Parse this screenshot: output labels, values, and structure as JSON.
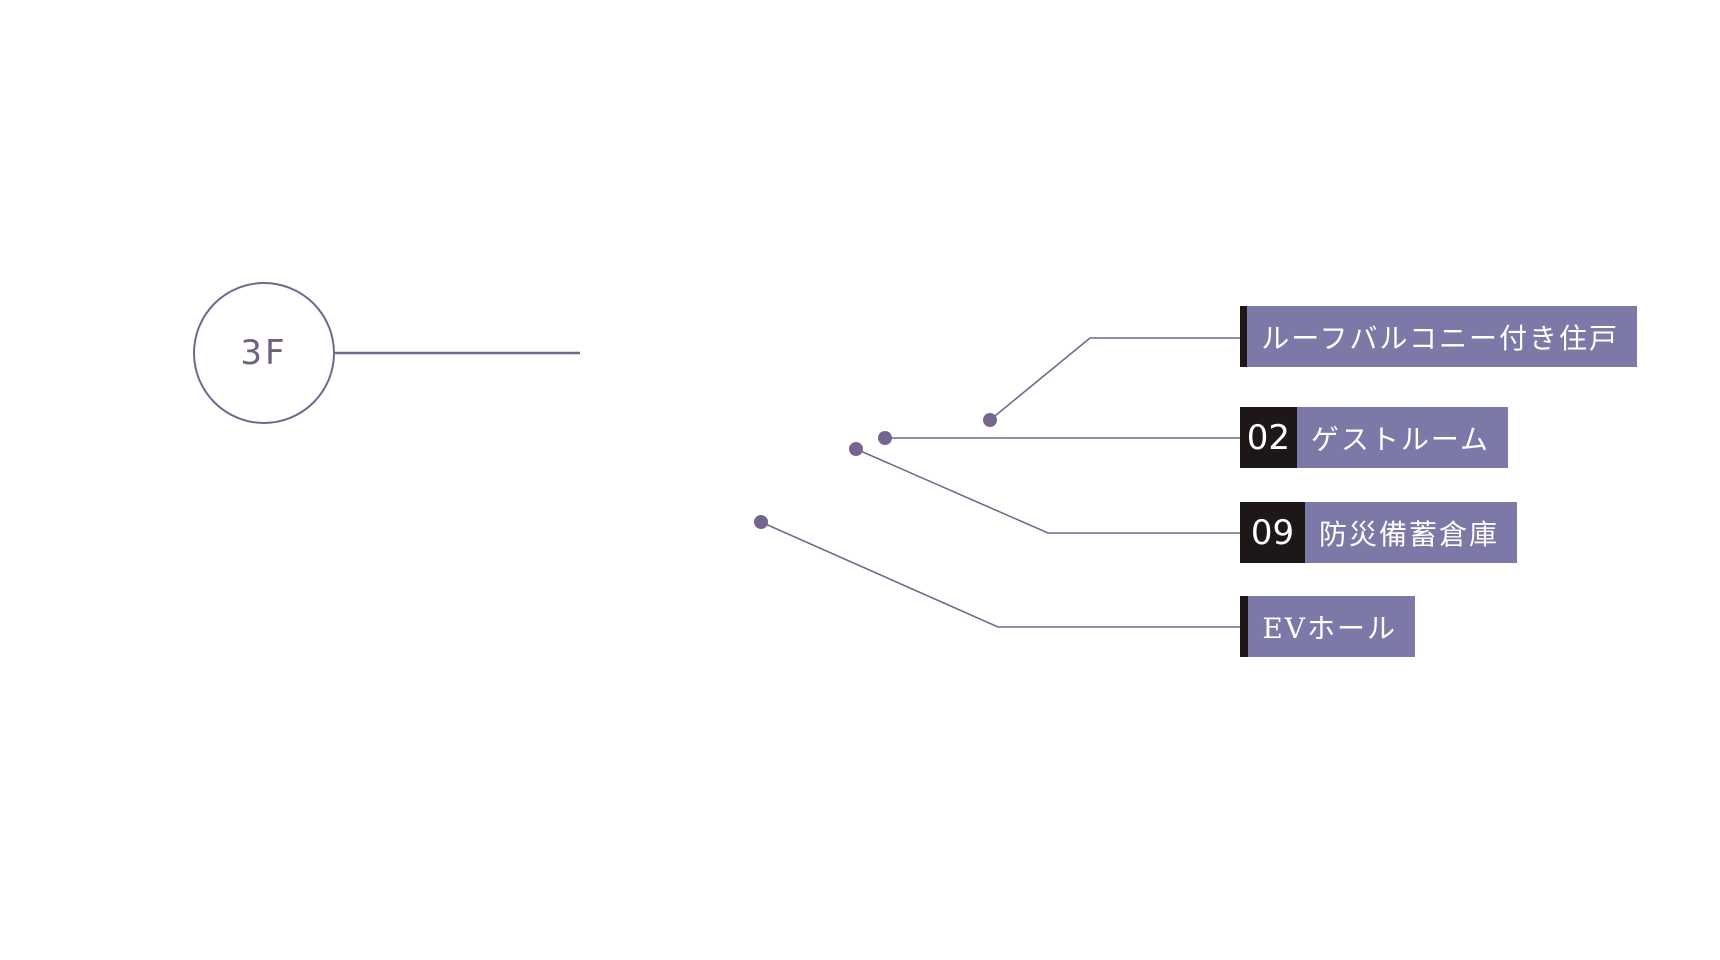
{
  "floor": {
    "label": "3F"
  },
  "labels": [
    {
      "id": "roof",
      "number": "",
      "text": "ルーフバルコニー付き住戸"
    },
    {
      "id": "guest",
      "number": "02",
      "text": "ゲストルーム"
    },
    {
      "id": "storage",
      "number": "09",
      "text": "防災備蓄倉庫"
    },
    {
      "id": "ev",
      "number": "",
      "text": "EVホール"
    }
  ],
  "colors": {
    "accent": "#7c78a8",
    "line": "#76668f",
    "number_block": "#1d1717",
    "background": "#ffffff"
  }
}
